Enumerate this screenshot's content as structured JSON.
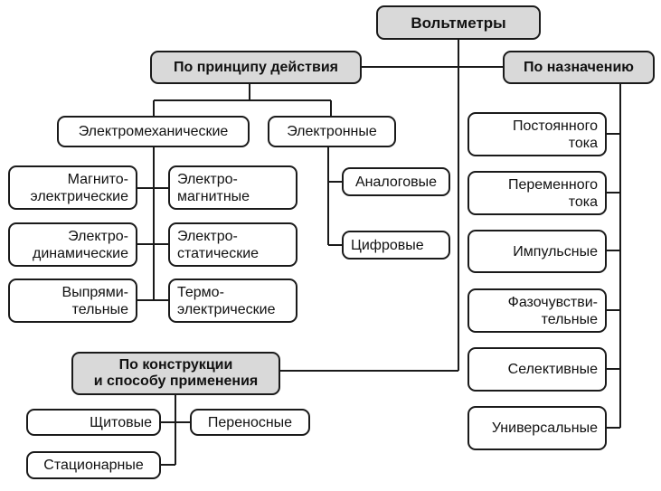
{
  "diagram": {
    "root": "Вольтметры",
    "categories": {
      "principle": "По принципу действия",
      "purpose": "По назначению",
      "construction": "По конструкции\nи способу применения"
    },
    "principle": {
      "electromechanical": {
        "label": "Электромеханические",
        "children": [
          "Магнито-\nэлектрические",
          "Электро-\nмагнитные",
          "Электро-\nдинамические",
          "Электро-\nстатические",
          "Выпрями-\nтельные",
          "Термо-\nэлектрические"
        ]
      },
      "electronic": {
        "label": "Электронные",
        "children": [
          "Аналоговые",
          "Цифровые"
        ]
      }
    },
    "purpose": [
      "Постоянного\nтока",
      "Переменного\nтока",
      "Импульсные",
      "Фазочувстви-\nтельные",
      "Селективные",
      "Универсальные"
    ],
    "construction": [
      "Щитовые",
      "Переносные",
      "Стационарные"
    ]
  },
  "colors": {
    "header_fill": "#d9d9d9",
    "line": "#1a1a1a"
  }
}
